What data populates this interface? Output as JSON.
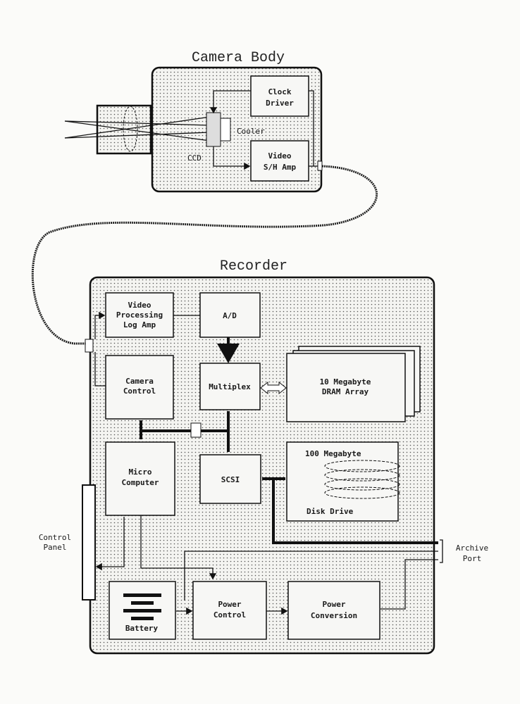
{
  "camera_body": {
    "title": "Camera Body",
    "clock_driver": [
      "Clock",
      "Driver"
    ],
    "video_sh_amp": [
      "Video",
      "S/H Amp"
    ],
    "cooler": "Cooler",
    "ccd": "CCD"
  },
  "recorder": {
    "title": "Recorder",
    "video_processing": [
      "Video",
      "Processing",
      "Log Amp"
    ],
    "ad": "A/D",
    "camera_control": [
      "Camera",
      "Control"
    ],
    "multiplex": "Multiplex",
    "dram": [
      "10 Megabyte",
      "DRAM Array"
    ],
    "micro_computer": [
      "Micro",
      "Computer"
    ],
    "scsi": "SCSI",
    "disk_top": "100 Megabyte",
    "disk_bottom": "Disk Drive",
    "battery": "Battery",
    "power_control": [
      "Power",
      "Control"
    ],
    "power_conversion": [
      "Power",
      "Conversion"
    ]
  },
  "external": {
    "control_panel": [
      "Control",
      "Panel"
    ],
    "archive_port": [
      "Archive",
      "Port"
    ]
  }
}
